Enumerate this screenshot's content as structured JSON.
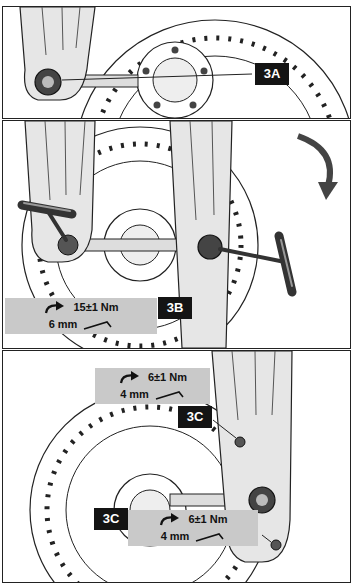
{
  "diagram": {
    "nodes": [
      {
        "text": [
          "3A"
        ]
      },
      {
        "text": [
          "15±1 Nm",
          "6 mm"
        ]
      },
      {
        "text": [
          "3B"
        ]
      },
      {
        "text": [
          "6±1 Nm",
          "4 mm"
        ]
      },
      {
        "text": [
          "3C"
        ]
      },
      {
        "text": [
          "3C"
        ]
      },
      {
        "text": [
          "6±1 Nm",
          "4 mm"
        ]
      }
    ]
  }
}
